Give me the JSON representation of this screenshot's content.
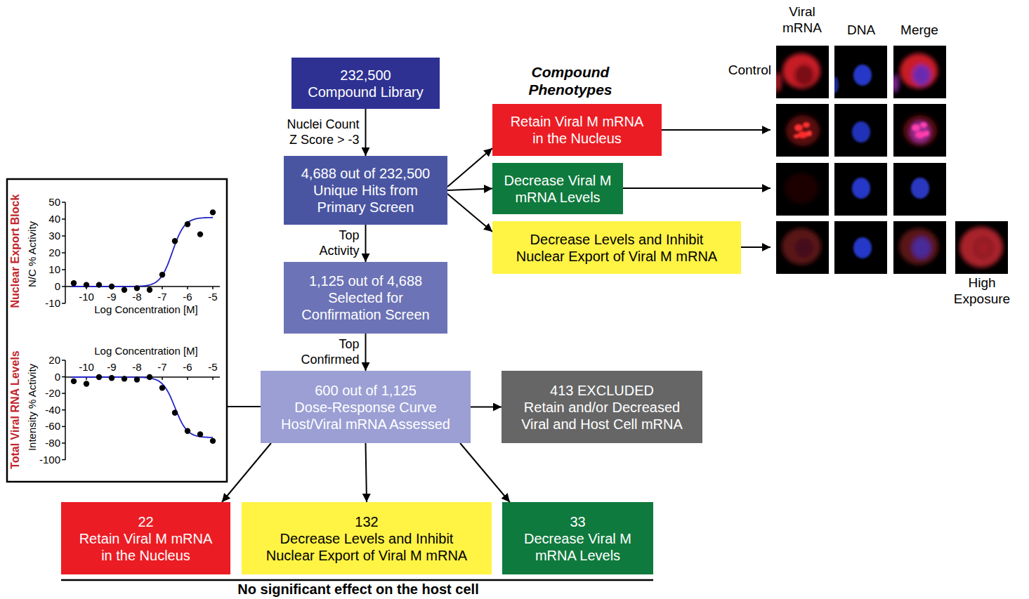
{
  "diagram": {
    "nodes": [
      {
        "text": [
          "232,500",
          "Compound Library"
        ]
      },
      {
        "text": [
          "4,688 out of 232,500",
          "Unique Hits from Primary Screen"
        ]
      },
      {
        "text": [
          "Retain Viral M mRNA in the Nucleus"
        ]
      },
      {
        "text": [
          "Decrease Viral M mRNA Levels"
        ]
      },
      {
        "text": [
          "Decrease Levels and Inhibit Nuclear Export of Viral M mRNA"
        ]
      },
      {
        "text": [
          "1,125 out of 4,688",
          "Selected for Confirmation Screen"
        ]
      },
      {
        "text": [
          "600 out of 1,125",
          "Dose-Response Curve Host/Viral mRNA Assessed"
        ]
      },
      {
        "text": [
          "413 EXCLUDED",
          "Retain and/or Decreased Viral and Host Cell mRNA"
        ]
      },
      {
        "text": [
          "22",
          "Retain Viral M mRNA in the Nucleus"
        ]
      },
      {
        "text": [
          "132",
          "Decrease Levels and Inhibit Nuclear Export of Viral M mRNA"
        ]
      },
      {
        "text": [
          "33",
          "Decrease Viral M mRNA Levels"
        ]
      }
    ],
    "edges": [
      {
        "from": 0,
        "to": 1,
        "arrow": "to",
        "label": "Nuclei Count Z Score > -3"
      },
      {
        "from": 1,
        "to": 2,
        "arrow": "to"
      },
      {
        "from": 1,
        "to": 3,
        "arrow": "to"
      },
      {
        "from": 1,
        "to": 4,
        "arrow": "to"
      },
      {
        "from": 1,
        "to": 5,
        "arrow": "to",
        "label": "Top Activity"
      },
      {
        "from": 5,
        "to": 6,
        "arrow": "to",
        "label": "Top Confirmed"
      },
      {
        "from": 6,
        "to": 7,
        "arrow": "to"
      },
      {
        "from": 6,
        "to": 8,
        "arrow": "to"
      },
      {
        "from": 6,
        "to": 9,
        "arrow": "to"
      },
      {
        "from": 6,
        "to": 10,
        "arrow": "to"
      }
    ],
    "labels": [
      "Compound Phenotypes",
      "Viral mRNA",
      "DNA",
      "Merge",
      "Control",
      "High Exposure",
      "Nuclear Export Block",
      "N/C % Activity",
      "50",
      "40",
      "30",
      "20",
      "10",
      "0",
      "-10",
      "-10",
      "-9",
      "-8",
      "-7",
      "-6",
      "-5",
      "Log Concentration [M]",
      "Total Viral RNA Levels",
      "Intensity % Activity",
      "Log Concentration [M]",
      "-10",
      "-9",
      "-8",
      "-7",
      "-6",
      "-5",
      "20",
      "0",
      "-20",
      "-40",
      "-60",
      "-80",
      "-100",
      "No significant effect on the host cell"
    ]
  }
}
